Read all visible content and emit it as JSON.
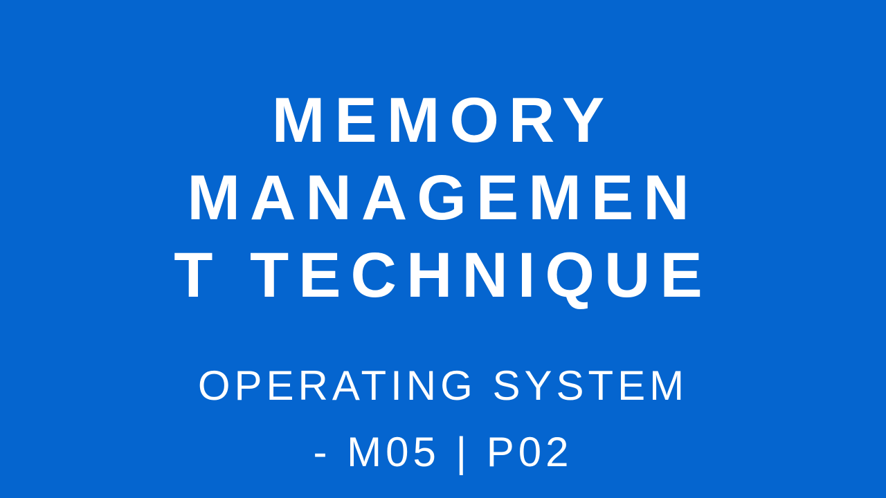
{
  "slide": {
    "background_color": "#0565cf",
    "text_color": "#ffffff",
    "title_lines": [
      "MEMORY",
      "MANAGEMEN",
      "T TECHNIQUE"
    ],
    "subtitle_lines": [
      "OPERATING SYSTEM",
      "- M05 | P02"
    ]
  }
}
